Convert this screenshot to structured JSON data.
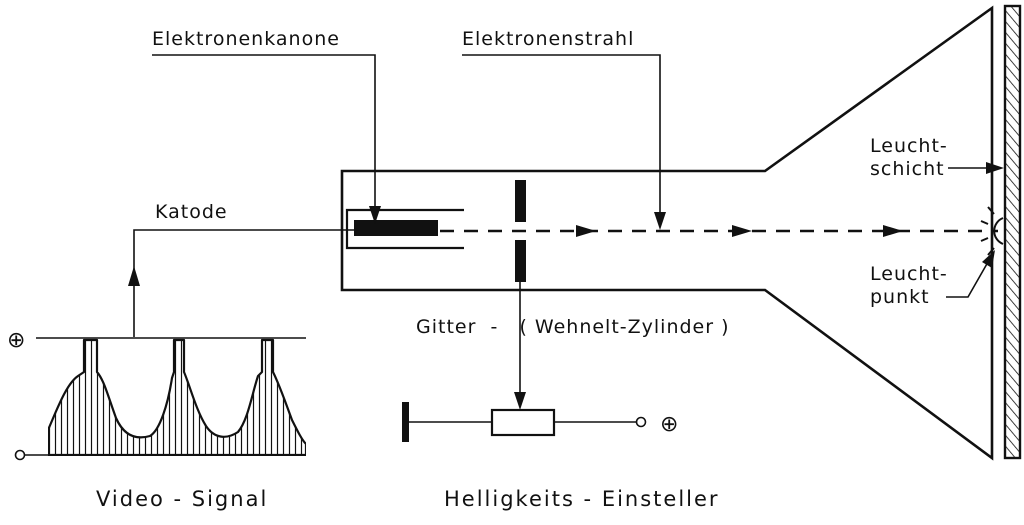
{
  "labels": {
    "electron_gun": "Elektronenkanone",
    "electron_beam": "Elektronenstrahl",
    "cathode": "Katode",
    "phosphor_layer_1": "Leucht-",
    "phosphor_layer_2": "schicht",
    "light_spot_1": "Leucht-",
    "light_spot_2": "punkt",
    "grid": "Gitter  -   ( Wehnelt-Zylinder )",
    "plus_left": "⊕",
    "plus_right": "⊕",
    "video_signal": "Video - Signal",
    "brightness_control": "Helligkeits - Einsteller"
  },
  "colors": {
    "ink": "#111111",
    "paper": "#ffffff"
  }
}
